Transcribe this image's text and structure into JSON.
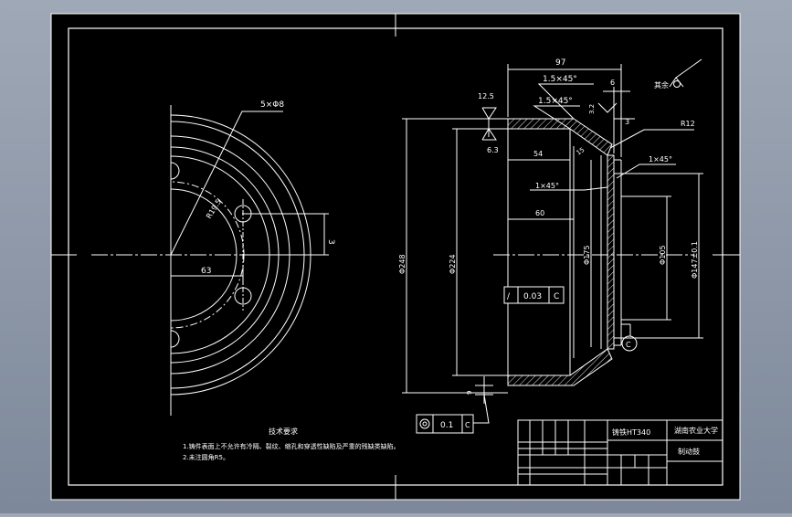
{
  "colors": {
    "background": "#8e98a8",
    "sheet": "#000000",
    "lines": "#ffffff",
    "hatch": "#ffffff"
  },
  "left_view": {
    "holes_callout": "5×Φ8",
    "pcd_label": "R19.5",
    "width_dim": "63",
    "offset_dim": "3"
  },
  "section_view": {
    "dim_97": "97",
    "chamfer_top": "1.5×45°",
    "chamfer_inner": "1.5×45°",
    "dim_6": "6",
    "dim_3": "3",
    "radius": "R12",
    "dim_54": "54",
    "angle_15": "15",
    "chamfer_1": "1×45°",
    "chamfer_2": "1×45°",
    "dim_60": "60",
    "dia_248": "Φ248",
    "dia_224": "Φ224",
    "dia_175": "Φ175",
    "dia_105": "Φ105",
    "dia_147": "Φ147±0.1",
    "dim_9": "9",
    "roughness_125": "12.5",
    "roughness_63": "6.3",
    "roughness_32": "3.2",
    "roughness_rest": "其余",
    "tol_runout_value": "0.03",
    "tol_runout_datum": "C",
    "tol_pos_value": "0.1",
    "tol_pos_datum": "C",
    "datum_c": "C"
  },
  "notes": {
    "title": "技术要求",
    "line1": "1.铸件表面上不允许有冷隔、裂纹、缩孔和穿透性缺陷及严重的残缺类缺陷。",
    "line2": "2.未注圆角R5。"
  },
  "title_block": {
    "material": "铸铁HT340",
    "school": "湖南农业大学",
    "part_name": "制动鼓"
  }
}
